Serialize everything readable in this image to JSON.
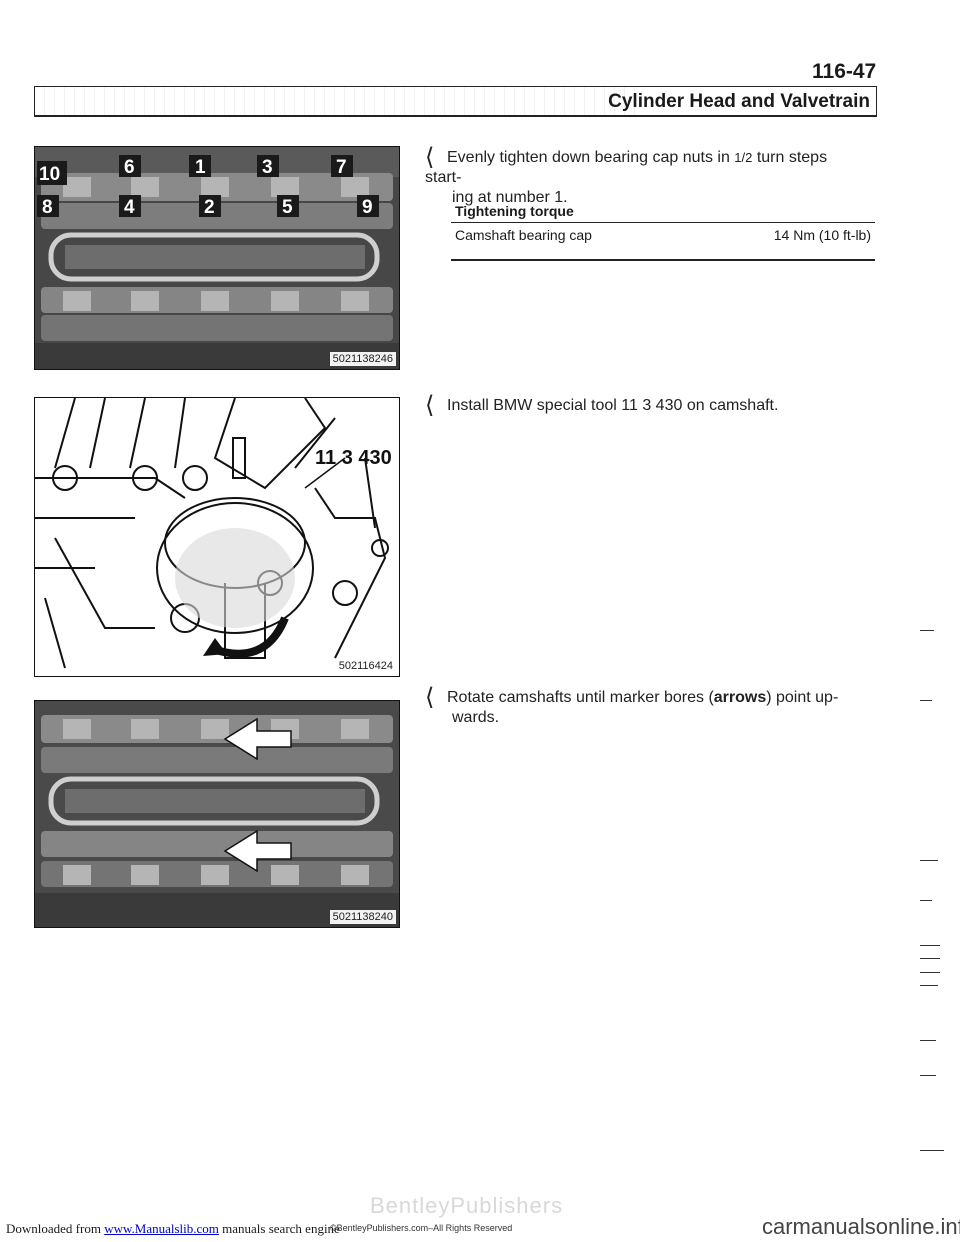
{
  "header": {
    "page_number": "116-47",
    "section_title": "Cylinder Head and Valvetrain"
  },
  "step1": {
    "text_before": "Evenly tighten down bearing cap nuts in ",
    "fraction": "1/2",
    "text_after": " turn steps start-",
    "text_line2": "ing at number 1.",
    "torque_title": "Tightening torque",
    "torque_item": "Camshaft bearing cap",
    "torque_value": "14 Nm (10 ft-lb)"
  },
  "image1": {
    "code": "5021138246",
    "callouts": [
      "10",
      "6",
      "1",
      "3",
      "7",
      "8",
      "4",
      "2",
      "5",
      "9"
    ]
  },
  "step2": {
    "text": "Install BMW special tool 11 3 430 on camshaft."
  },
  "image2": {
    "code": "502116424",
    "tool_label": "11 3 430"
  },
  "step3": {
    "text_before": "Rotate camshafts until marker bores (",
    "bold": "arrows",
    "text_after": ") point up-",
    "text_line2": "wards."
  },
  "image3": {
    "code": "5021138240"
  },
  "footer": {
    "downloaded_from": "Downloaded from ",
    "link": "www.Manualslib.com",
    "suffix": " manuals search engine",
    "copyright": "©BentleyPublishers.com–All Rights Reserved",
    "watermark": "BentleyPublishers",
    "right": "carmanualsonline.info"
  },
  "colors": {
    "text": "#1a1a1a",
    "link": "#0000cc",
    "photo": "#3c3c3c"
  }
}
